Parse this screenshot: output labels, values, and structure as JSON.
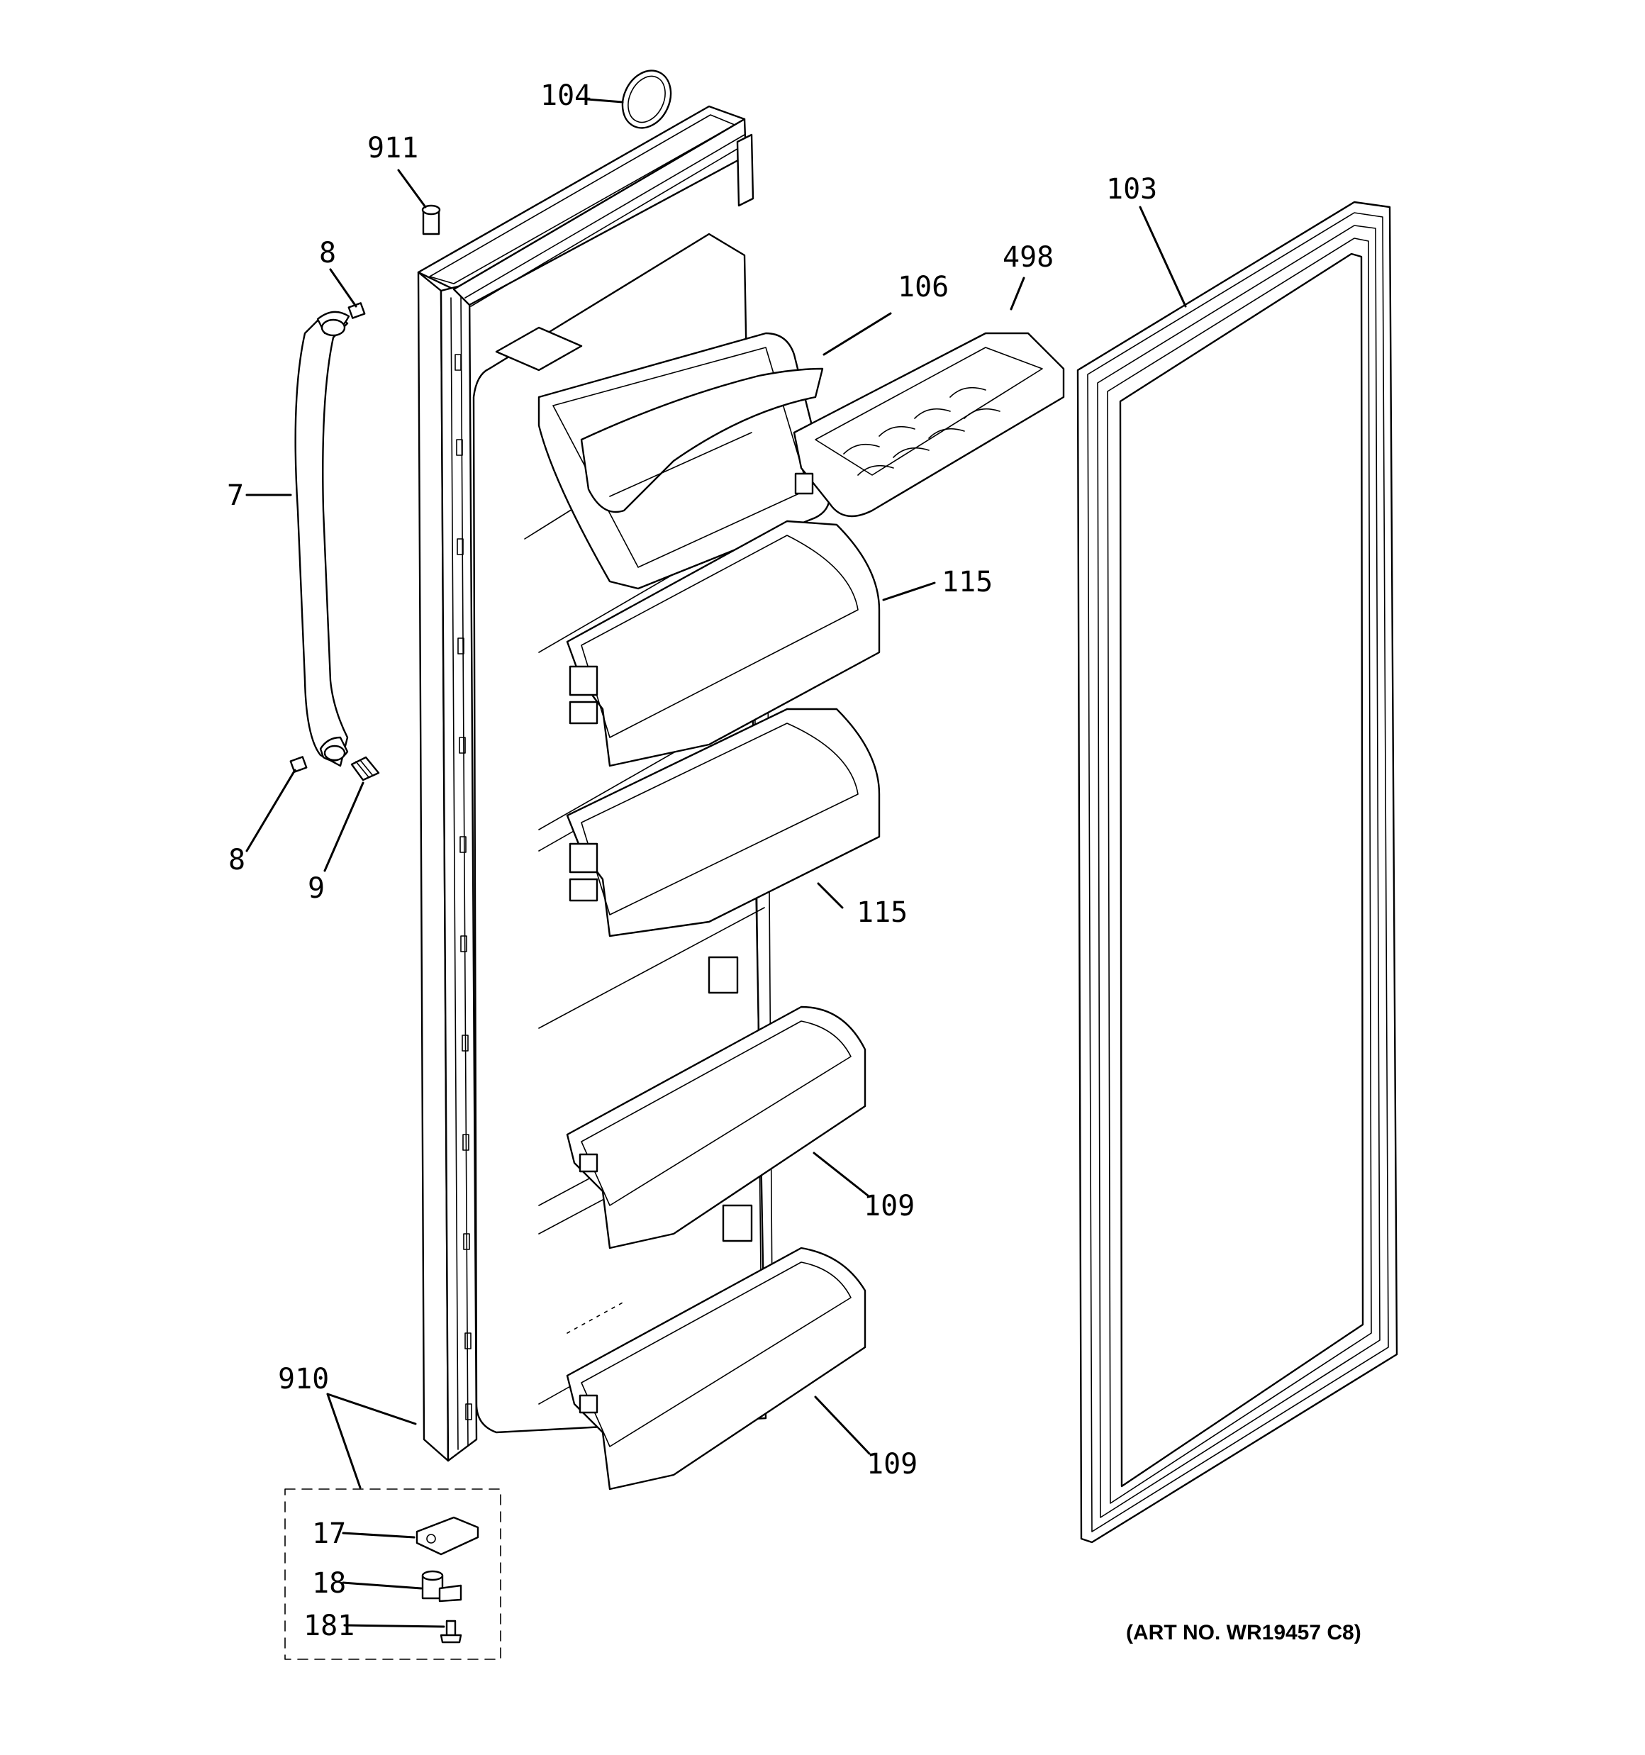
{
  "callouts": {
    "c104": "104",
    "c911": "911",
    "c103": "103",
    "c8_top": "8",
    "c106": "106",
    "c498": "498",
    "c7": "7",
    "c115_upper": "115",
    "c8_bottom": "8",
    "c9": "9",
    "c115_lower": "115",
    "c109_upper": "109",
    "c910": "910",
    "c109_lower": "109",
    "c17": "17",
    "c18": "18",
    "c181": "181"
  },
  "art_number": "(ART NO. WR19457 C8)"
}
